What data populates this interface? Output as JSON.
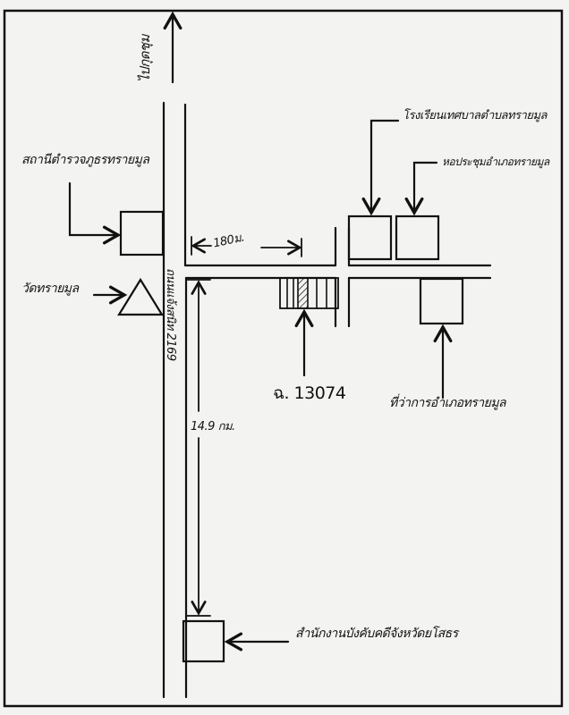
{
  "map": {
    "direction_label": "ไปกุดชุม",
    "road_label": "ถนนแจ้งสนิท 2169",
    "landmarks": {
      "police_station": "สถานีตำรวจภูธรทรายมูล",
      "temple": "วัดทรายมูล",
      "school": "โรงเรียนเทศบาลตำบลทรายมูล",
      "assembly_hall": "หอประชุมอำเภอทรายมูล",
      "district_office": "ที่ว่าการอำเภอทรายมูล",
      "enforcement_office": "สำนักงานบังคับคดีจังหวัดยโสธร"
    },
    "plot_label": "ฉ. 13074",
    "distance_side_road": "180ม.",
    "distance_main_road": "14.9 กม."
  }
}
